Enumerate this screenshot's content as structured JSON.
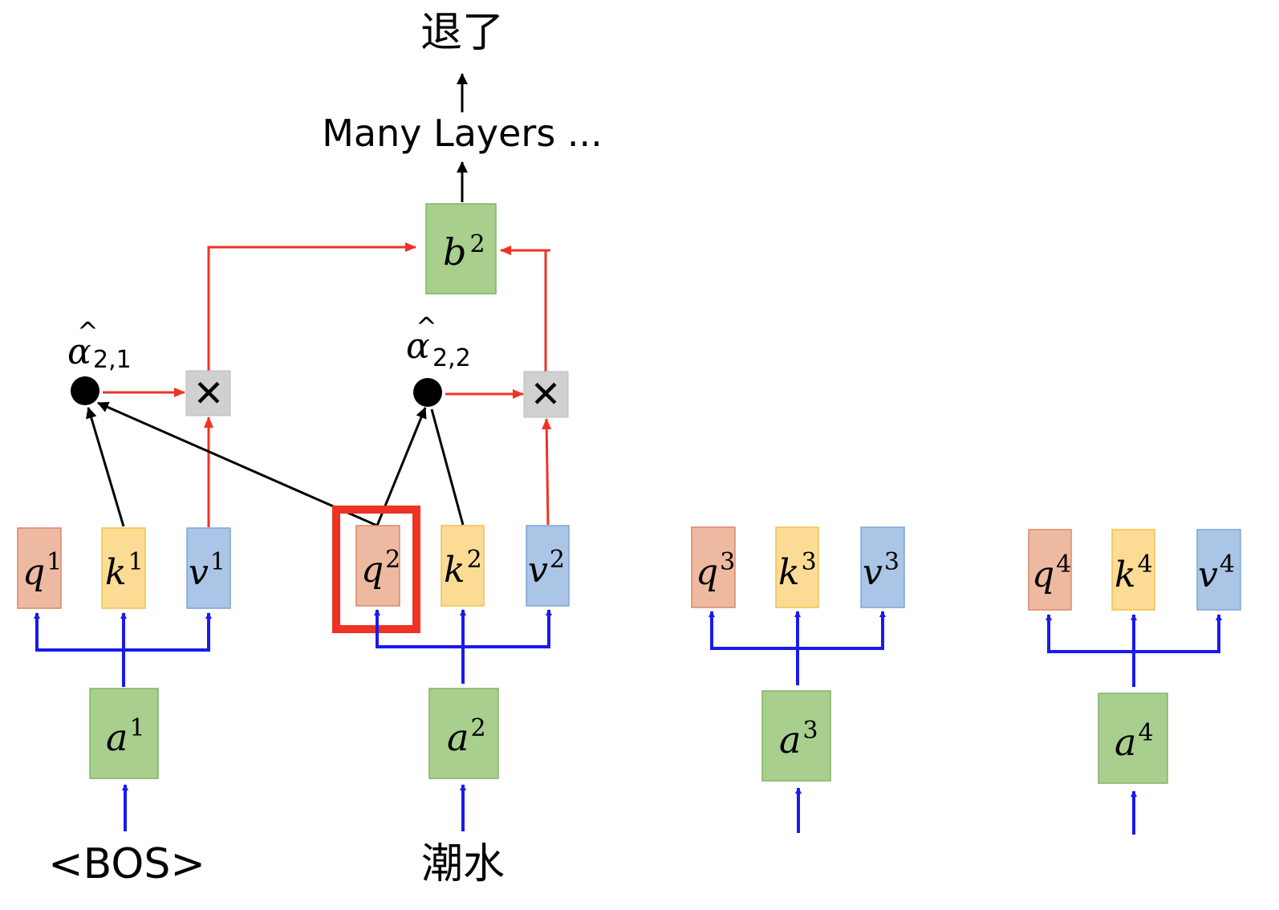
{
  "output_token": "退了",
  "many_layers": "Many Layers ...",
  "inputs": [
    "<BOS>",
    "潮水",
    "",
    ""
  ],
  "output_box": {
    "base": "b",
    "sup": "2"
  },
  "alpha_labels": [
    {
      "base": "α",
      "hat": "^",
      "sub": "2,1"
    },
    {
      "base": "α",
      "hat": "^",
      "sub": "2,2"
    }
  ],
  "multiply_symbol": "✕",
  "groups": [
    {
      "a": {
        "base": "a",
        "sup": "1"
      },
      "q": {
        "base": "q",
        "sup": "1"
      },
      "k": {
        "base": "k",
        "sup": "1"
      },
      "v": {
        "base": "v",
        "sup": "1"
      }
    },
    {
      "a": {
        "base": "a",
        "sup": "2"
      },
      "q": {
        "base": "q",
        "sup": "2"
      },
      "k": {
        "base": "k",
        "sup": "2"
      },
      "v": {
        "base": "v",
        "sup": "2"
      }
    },
    {
      "a": {
        "base": "a",
        "sup": "3"
      },
      "q": {
        "base": "q",
        "sup": "3"
      },
      "k": {
        "base": "k",
        "sup": "3"
      },
      "v": {
        "base": "v",
        "sup": "3"
      }
    },
    {
      "a": {
        "base": "a",
        "sup": "4"
      },
      "q": {
        "base": "q",
        "sup": "4"
      },
      "k": {
        "base": "k",
        "sup": "4"
      },
      "v": {
        "base": "v",
        "sup": "4"
      }
    }
  ],
  "colors": {
    "q_fill": "#eeb9a1",
    "q_stroke": "#d8876a",
    "k_fill": "#fcdc95",
    "k_stroke": "#f2c14c",
    "v_fill": "#aac5e6",
    "v_stroke": "#7ea6d4",
    "a_fill": "#a8cf8d",
    "a_stroke": "#82b366",
    "mul_fill": "#d0d0d0",
    "blue_arrow": "#1a1aee",
    "red_arrow": "#ee3324",
    "highlight": "#ee3324",
    "black": "#000000"
  }
}
